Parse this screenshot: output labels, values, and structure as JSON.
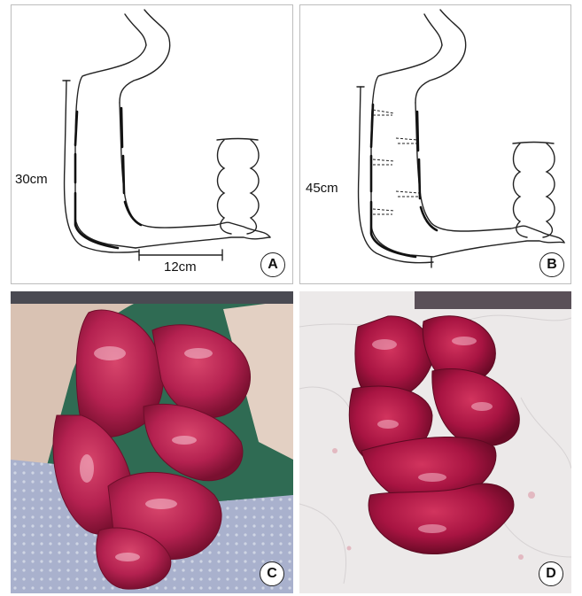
{
  "panels": [
    {
      "letter": "A",
      "measure_vertical": "30cm",
      "measure_horizontal": "12cm"
    },
    {
      "letter": "B",
      "measure_vertical": "45cm"
    },
    {
      "letter": "C"
    },
    {
      "letter": "D"
    }
  ]
}
